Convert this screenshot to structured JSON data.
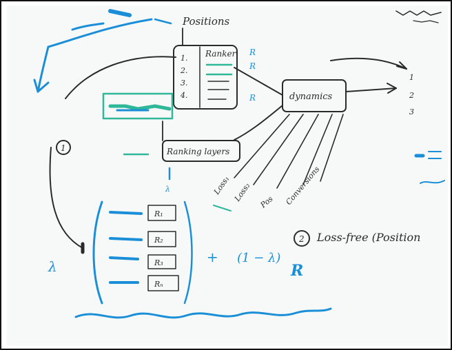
{
  "whiteboard": {
    "top_left_label": "Positions",
    "top_right_label": "",
    "boxes": {
      "positions_box_header": "Ranker",
      "dynamics_box_label": "dynamics",
      "ranking_box_label": "Ranking layers"
    },
    "circled_numbers": [
      "1",
      "2"
    ],
    "lambda_label": "λ",
    "plus_sign": "+",
    "one_minus_lambda": "(1 − λ)",
    "loss_label": "Loss-free (Position",
    "R_symbol": "R",
    "ranked_list_items": [
      "1",
      "2",
      "3"
    ],
    "vector_entries": [
      "R₁",
      "R₂",
      "R₃",
      "Rₙ"
    ],
    "diagonal_labels": [
      "Loss₁",
      "Loss₂",
      "Pos",
      "Conversions"
    ]
  },
  "colors": {
    "black_marker": "#2a2a2a",
    "blue_marker": "#1a8fd8",
    "teal_marker": "#2fb79a",
    "board": "#f7f8f8"
  }
}
